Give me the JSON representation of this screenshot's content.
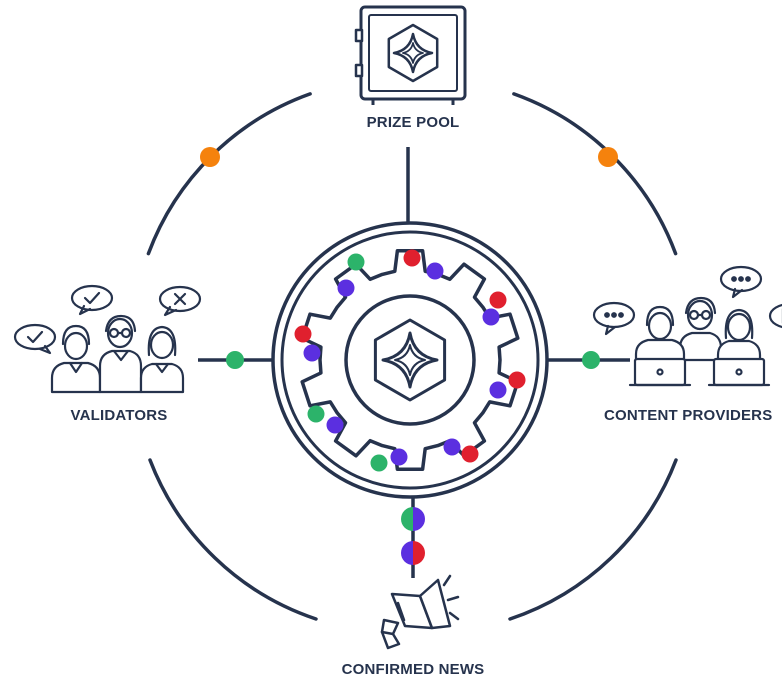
{
  "labels": {
    "prize_pool": "PRIZE POOL",
    "validators": "VALIDATORS",
    "content_providers": "CONTENT PROVIDERS",
    "confirmed_news": "CONFIRMED NEWS"
  },
  "colors": {
    "stroke": "#26334d",
    "orange": "#f5820d",
    "green": "#2cb36a",
    "red": "#e0202e",
    "purple": "#5b2fe0",
    "white": "#ffffff"
  },
  "icons": {
    "center": "gear-with-diamond-logo-icon",
    "prize_pool": "safe-with-logo-icon",
    "validators": "validators-group-icon",
    "content_providers": "content-providers-icon",
    "confirmed_news": "megaphone-icon"
  }
}
